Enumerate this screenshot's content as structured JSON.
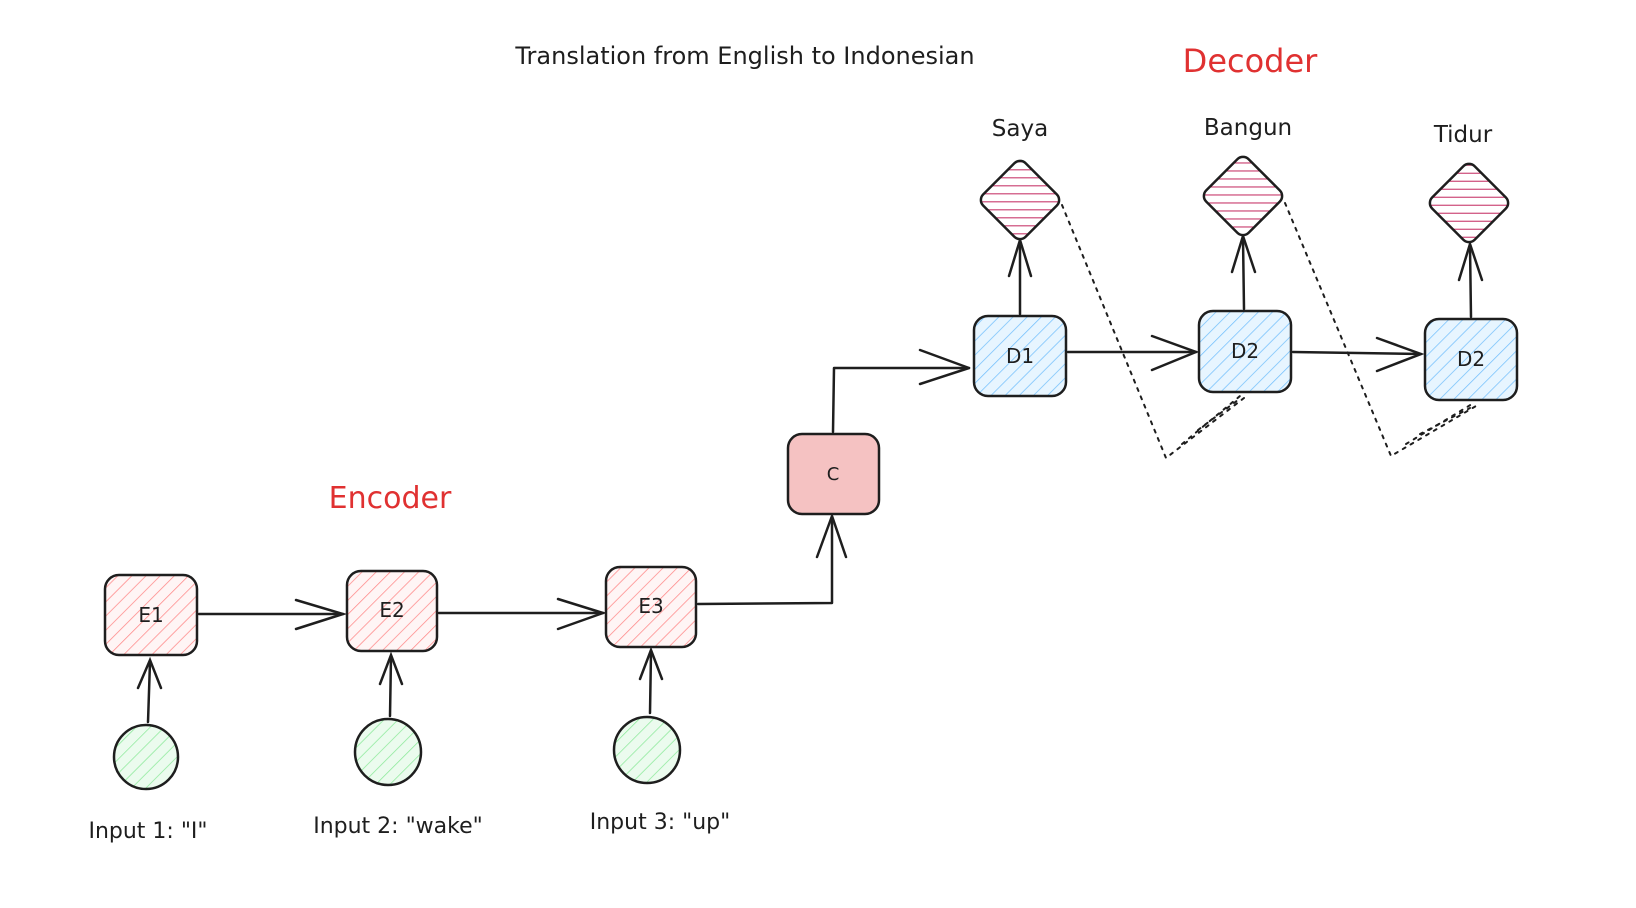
{
  "diagram": {
    "title": "Translation from English to Indonesian",
    "encoder_label": "Encoder",
    "decoder_label": "Decoder",
    "encoder_nodes": [
      {
        "id": "E1",
        "label": "E1"
      },
      {
        "id": "E2",
        "label": "E2"
      },
      {
        "id": "E3",
        "label": "E3"
      }
    ],
    "inputs": [
      {
        "label": "Input 1: \"I\""
      },
      {
        "label": "Input 2: \"wake\""
      },
      {
        "label": "Input 3: \"up\""
      }
    ],
    "context_node": {
      "label": "C"
    },
    "decoder_nodes": [
      {
        "label": "D1"
      },
      {
        "label": "D2"
      },
      {
        "label": "D2"
      }
    ],
    "outputs": [
      {
        "label": "Saya"
      },
      {
        "label": "Bangun"
      },
      {
        "label": "Tidur"
      }
    ],
    "colors": {
      "stroke": "#1e1e1e",
      "accent_red": "#e03131",
      "encoder_fill": "#ffc9c9",
      "encoder_hatch": "#ff8787",
      "context_fill": "#f5c2c2",
      "decoder_fill": "#d0ebff",
      "decoder_hatch": "#74c0fc",
      "input_fill": "#d3f9d8",
      "input_hatch": "#8ce99a",
      "output_hatch": "#c2255c"
    }
  }
}
